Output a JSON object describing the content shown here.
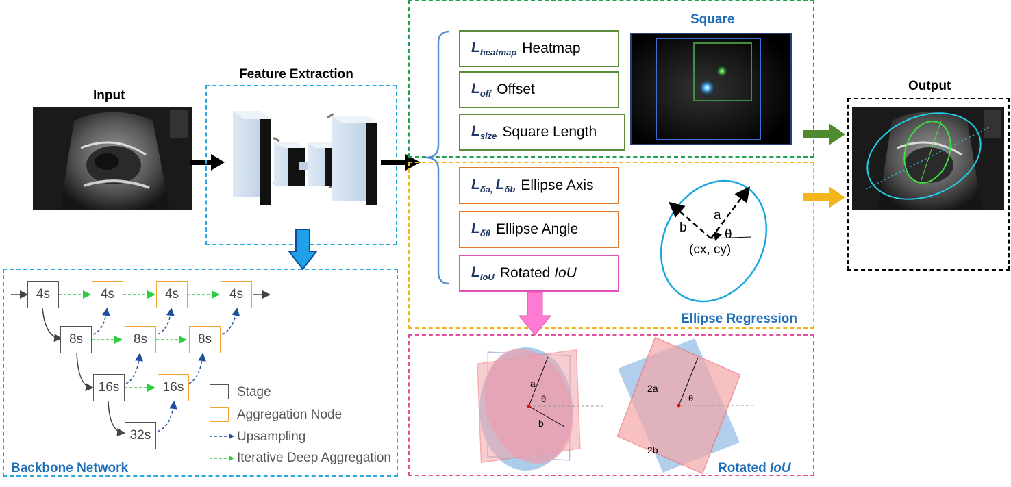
{
  "titles": {
    "input": "Input",
    "feature_extraction": "Feature Extraction",
    "output": "Output",
    "square": "Square",
    "ellipse_regression": "Ellipse Regression",
    "rotated_iou_prefix": "Rotated ",
    "rotated_iou_italic": "IoU",
    "backbone": "Backbone Network"
  },
  "loss_boxes": [
    {
      "symbol": "L",
      "sub": "heatmap",
      "label": "Heatmap"
    },
    {
      "symbol": "L",
      "sub": "off",
      "label": "Offset"
    },
    {
      "symbol": "L",
      "sub": "size",
      "label": "Square Length"
    },
    {
      "symbol": "L",
      "sub": "δa,",
      "symbol2": "L",
      "sub2": "δb",
      "label": "Ellipse Axis"
    },
    {
      "symbol": "L",
      "sub": "δθ",
      "label": "Ellipse Angle"
    },
    {
      "symbol": "L",
      "sub": "IoU",
      "label": "Rotated ",
      "label_italic": "IoU"
    }
  ],
  "ellipse_diagram": {
    "b": "b",
    "a": "a",
    "theta": "θ",
    "center": "(cx, cy)"
  },
  "iou_diagram": {
    "a": "a",
    "b": "b",
    "theta": "θ",
    "two_a": "2a",
    "two_b": "2b"
  },
  "backbone": {
    "nodes": {
      "r1c1": "4s",
      "r1c2": "4s",
      "r1c3": "4s",
      "r1c4": "4s",
      "r2c1": "8s",
      "r2c2": "8s",
      "r2c3": "8s",
      "r3c1": "16s",
      "r3c2": "16s",
      "r4c1": "32s"
    },
    "legend": [
      "Stage",
      "Aggregation Node",
      "Upsampling",
      "Iterative Deep Aggregation"
    ]
  },
  "colors": {
    "feature_box": "#29a8e0",
    "square_box": "#20a050",
    "ellipse_box": "#f2b51a",
    "iou_box": "#e0509a",
    "output_box": "#000000",
    "backbone_box": "#29a8e0",
    "loss_green": "#5b8c3a",
    "loss_orange": "#e07a30",
    "loss_pink": "#e050b8",
    "blue_title": "#1f6fb8",
    "aggregation": "#f4a338",
    "upsampling": "#1f4e9c",
    "ida": "#2ecc40"
  }
}
